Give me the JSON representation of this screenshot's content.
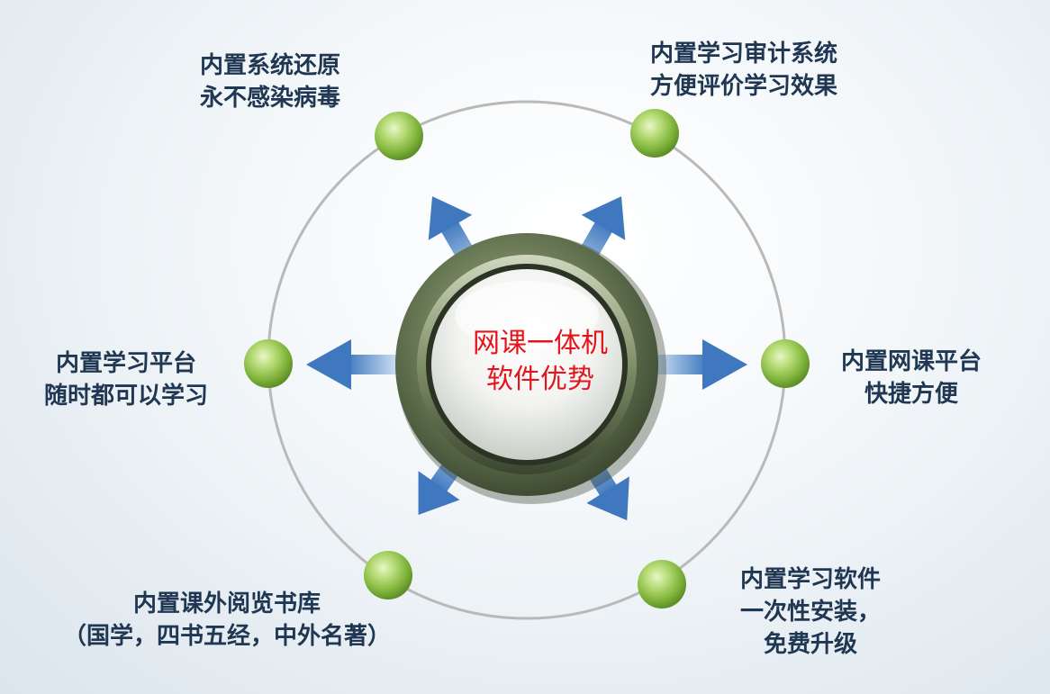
{
  "hub": {
    "line1": "网课一体机",
    "line2": "软件优势"
  },
  "nodes": {
    "top_left": {
      "line1": "内置系统还原",
      "line2": "永不感染病毒"
    },
    "top_right": {
      "line1": "内置学习审计系统",
      "line2": "方便评价学习效果"
    },
    "left": {
      "line1": "内置学习平台",
      "line2": "随时都可以学习"
    },
    "right": {
      "line1": "内置网课平台",
      "line2": "快捷方便"
    },
    "bottom_left": {
      "line1": "内置课外阅览书库",
      "line2": "（国学，四书五经，中外名著）"
    },
    "bottom_right": {
      "line1": "内置学习软件",
      "line2": "一次性安装，",
      "line3": "免费升级"
    }
  },
  "colors": {
    "text": "#1f3752",
    "hub_text": "#e3141c",
    "ring": "#b9b9b9",
    "node": "#8fc14a",
    "arrow": "#4f86c6",
    "hub_ring": "#6f7f5a"
  },
  "icons": [
    "arrow-up-left-icon",
    "arrow-up-right-icon",
    "arrow-left-icon",
    "arrow-right-icon",
    "arrow-down-left-icon",
    "arrow-down-right-icon"
  ]
}
